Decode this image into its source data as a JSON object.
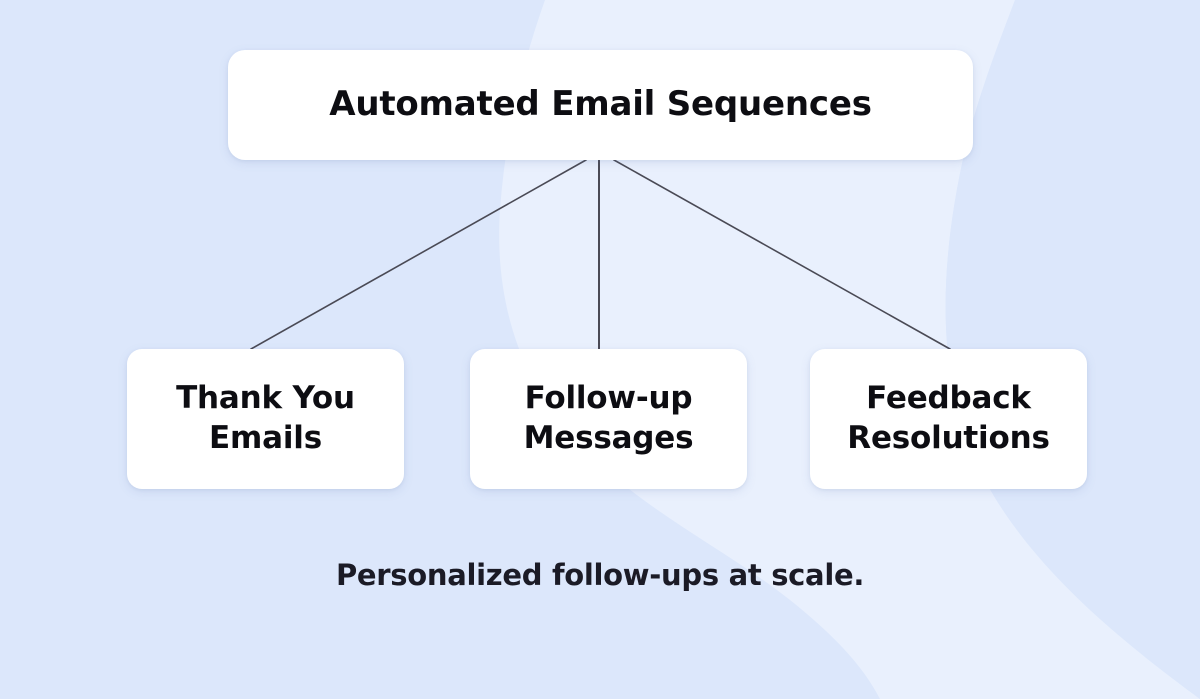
{
  "diagram": {
    "type": "tree",
    "title": "Automated Email Sequences",
    "caption": "Personalized follow-ups at scale.",
    "root": {
      "label": "Automated Email Sequences"
    },
    "children": [
      {
        "label": "Thank You\nEmails"
      },
      {
        "label": "Follow-up\nMessages"
      },
      {
        "label": "Feedback\nResolutions"
      }
    ],
    "connectors": [
      {
        "from": "root",
        "to": "child-1"
      },
      {
        "from": "root",
        "to": "child-2"
      },
      {
        "from": "root",
        "to": "child-3"
      }
    ]
  },
  "colors": {
    "background": "#dce7fb",
    "background_blob": "#e9f0fd",
    "card_fill": "#ffffff",
    "text_primary": "#0d0d12",
    "caption_text": "#1b1b26",
    "connector_line": "#4a4a55"
  }
}
